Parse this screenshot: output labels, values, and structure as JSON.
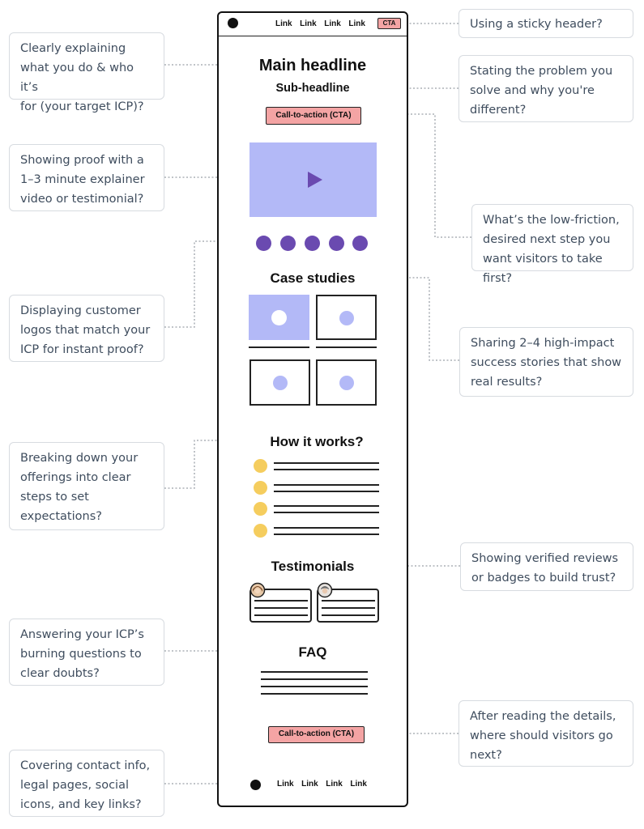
{
  "phone": {
    "nav_links": "Link  Link  Link  Link",
    "nav_cta": "CTA",
    "main_headline": "Main headline",
    "sub_headline": "Sub-headline",
    "cta_top": "Call-to-action (CTA)",
    "logo_count": 5,
    "case_studies_title": "Case studies",
    "how_it_works_title": "How it works?",
    "testimonials_title": "Testimonials",
    "faq_title": "FAQ",
    "cta_bottom": "Call-to-action (CTA)",
    "footer_links": "Link  Link  Link  Link"
  },
  "colors": {
    "video": "#b3b9f7",
    "play": "#6a4ab0",
    "logo_dot": "#6a4ab0",
    "case_dot": "#b3b9f7",
    "step_dot": "#f5cd5e",
    "cta_fill": "#f4a4a4"
  },
  "icons": {
    "play": "play-icon",
    "avatar": "avatar-icon"
  },
  "notes": {
    "left": [
      "Clearly explaining\nwhat you do & who it’s\nfor (your target ICP)?",
      "Showing proof with a\n1–3 minute explainer\nvideo or testimonial?",
      "Displaying customer\nlogos that match your\nICP for instant proof?",
      "Breaking down your\nofferings into clear\nsteps to set\nexpectations?",
      "Answering your ICP’s\nburning questions to\nclear doubts?",
      "Covering contact info,\nlegal pages, social\nicons, and key links?"
    ],
    "right": [
      "Using a sticky header?",
      "Stating the problem you\nsolve and why you're\ndifferent?",
      "What’s the low-friction,\ndesired next step you\nwant visitors to take first?",
      "Sharing 2–4 high-impact\nsuccess stories that show\nreal results?",
      "Showing verified reviews\nor badges to build trust?",
      "After reading the details,\nwhere should visitors go\nnext?"
    ]
  }
}
